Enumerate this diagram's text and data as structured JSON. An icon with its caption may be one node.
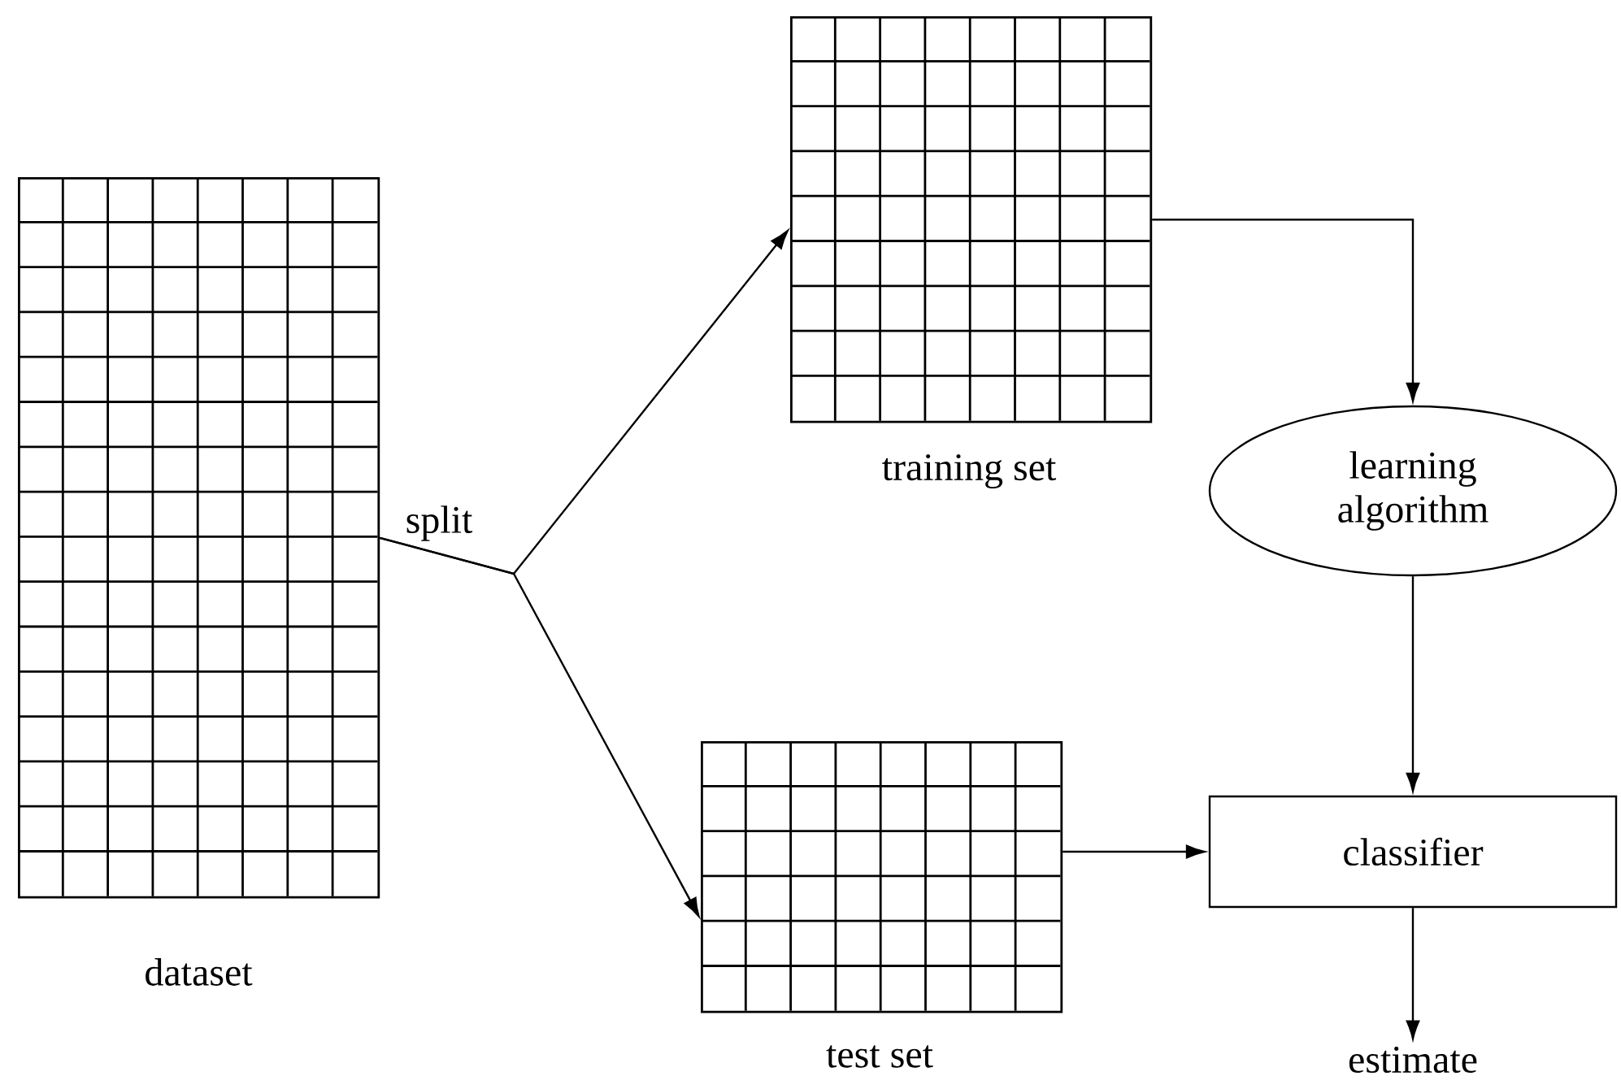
{
  "diagram": {
    "nodes": [
      {
        "text": [
          "dataset"
        ]
      },
      {
        "text": [
          "training set"
        ]
      },
      {
        "text": [
          "test set"
        ]
      },
      {
        "text": [
          "learning algorithm"
        ]
      },
      {
        "text": [
          "classifier"
        ]
      },
      {
        "text": [
          "estimate"
        ]
      }
    ],
    "edges": [
      {
        "from": 0,
        "to": 1,
        "arrow": "to",
        "label": "split"
      },
      {
        "from": 0,
        "to": 2,
        "arrow": "to"
      },
      {
        "from": 1,
        "to": 3,
        "arrow": "to"
      },
      {
        "from": 3,
        "to": 4,
        "arrow": "to"
      },
      {
        "from": 2,
        "to": 4,
        "arrow": "to"
      },
      {
        "from": 4,
        "to": 5,
        "arrow": "to"
      }
    ]
  }
}
